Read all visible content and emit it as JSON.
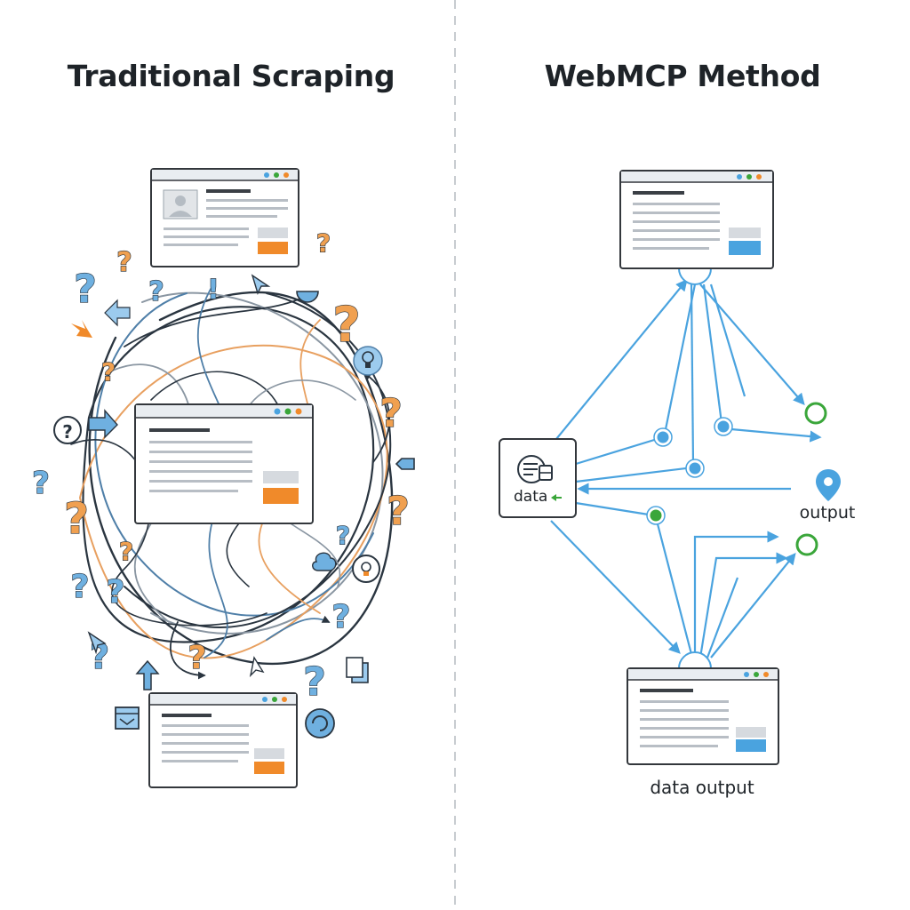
{
  "left_panel": {
    "title": "Traditional Scraping"
  },
  "right_panel": {
    "title": "WebMCP Method",
    "source_node_label": "data",
    "output_label": "output",
    "bottom_label": "data output"
  },
  "colors": {
    "text": "#1e2328",
    "divider": "#c8ccd0",
    "window_border": "#33373c",
    "blue_accent": "#4aa3df",
    "orange_accent": "#f08a2a",
    "green_accent": "#3aa63a",
    "tangle_dark": "#2a3540",
    "tangle_gray": "#8a96a2",
    "tangle_orange": "#e8a060"
  }
}
